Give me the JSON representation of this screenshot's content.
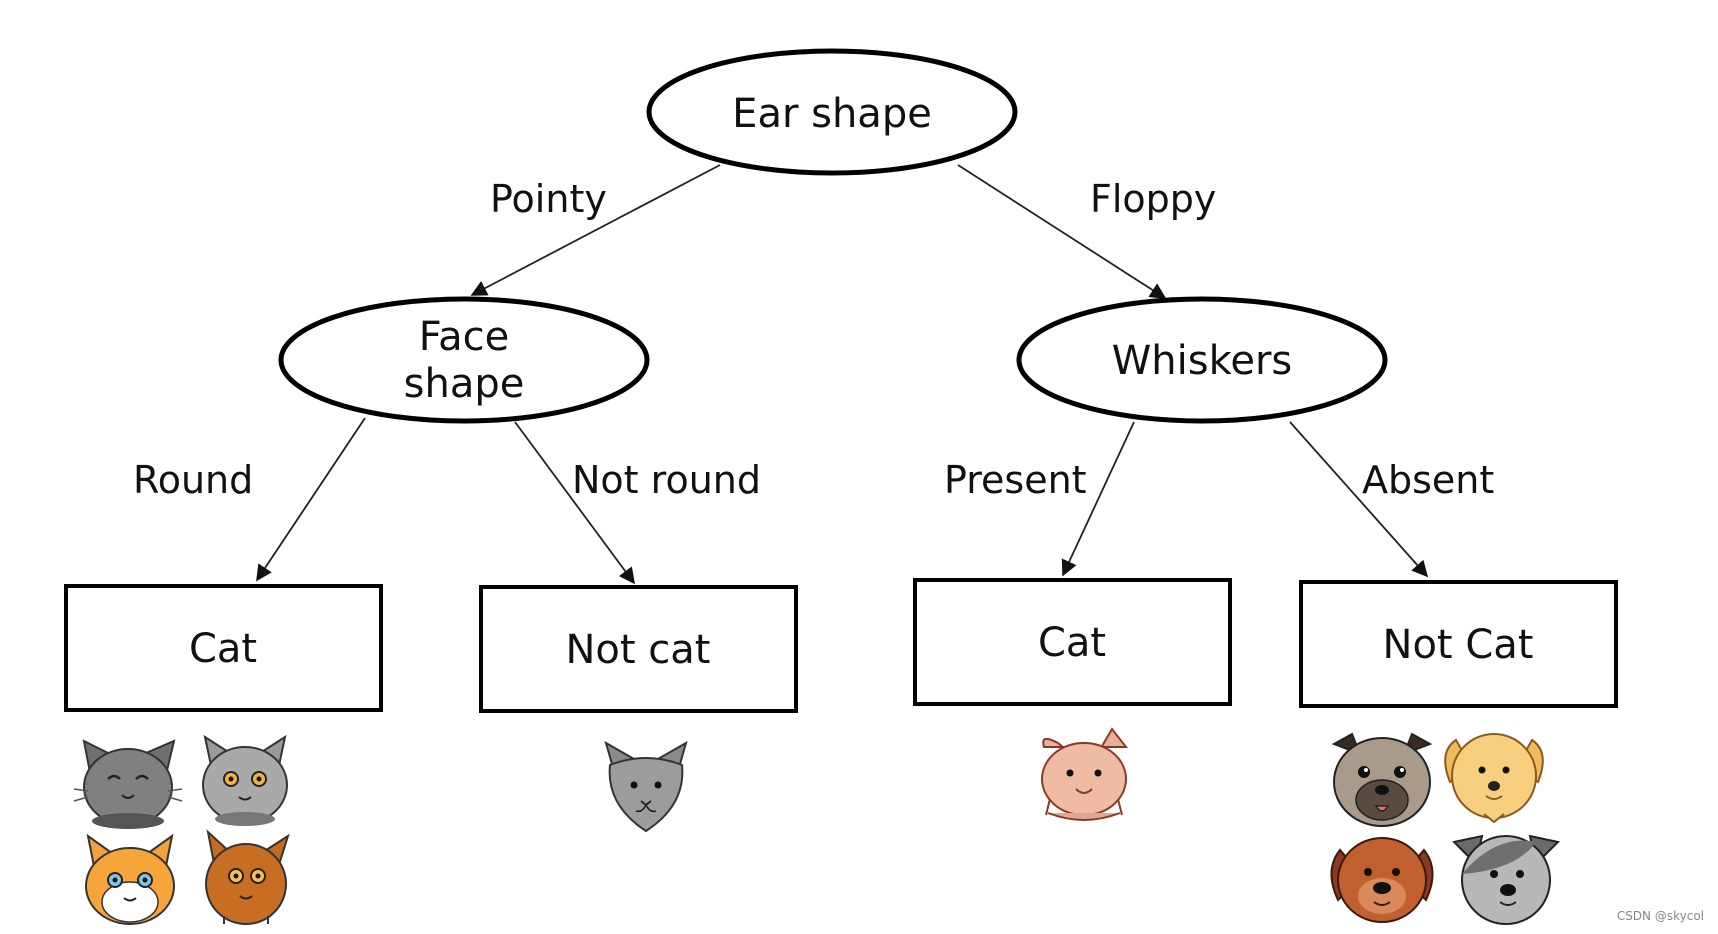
{
  "root": {
    "label": "Ear shape"
  },
  "internal": {
    "left": {
      "line1": "Face",
      "line2": "shape"
    },
    "right": {
      "label": "Whiskers"
    }
  },
  "edges": {
    "pointy": "Pointy",
    "floppy": "Floppy",
    "round": "Round",
    "not_round": "Not round",
    "present": "Present",
    "absent": "Absent"
  },
  "leaves": {
    "cat_1": "Cat",
    "not_cat_1": "Not cat",
    "cat_2": "Cat",
    "not_cat_2": "Not Cat"
  },
  "animals": {
    "leaf1": [
      "gray-cat-icon",
      "silver-cat-icon",
      "orange-white-cat-icon",
      "brown-cat-icon"
    ],
    "leaf2": [
      "gray-pointy-cat-icon"
    ],
    "leaf3": [
      "pink-floppy-cat-icon"
    ],
    "leaf4": [
      "pug-dog-icon",
      "yellow-dog-icon",
      "brown-dog-icon",
      "gray-dog-icon"
    ]
  },
  "watermark": "CSDN @skycol"
}
